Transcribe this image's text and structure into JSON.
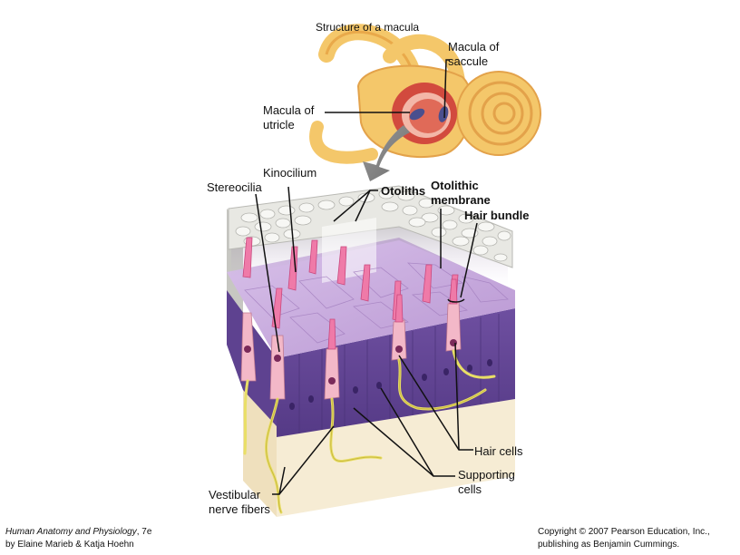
{
  "title": "Structure of a macula",
  "labels": {
    "macula_saccule": "Macula of saccule",
    "macula_utricle": "Macula of utricle",
    "kinocilium": "Kinocilium",
    "stereocilia": "Stereocilia",
    "otoliths": "Otoliths",
    "otolithic_membrane": "Otolithic membrane",
    "hair_bundle": "Hair bundle",
    "hair_cells": "Hair cells",
    "supporting_cells": "Supporting cells",
    "vestibular_nerve_fibers": "Vestibular nerve fibers"
  },
  "footer": {
    "book_title": "Human Anatomy and Physiology",
    "edition": ", 7e",
    "authors": "by Elaine Marieb & Katja Hoehn",
    "copyright_line1": "Copyright © 2007 Pearson Education, Inc.,",
    "copyright_line2": "publishing as Benjamin Cummings."
  },
  "colors": {
    "bony_labyrinth": "#f4c76a",
    "vestibule_red": "#d24a3e",
    "macula_blue": "#4a4f8e",
    "otolith_layer": "#e8e8e3",
    "gel_layer": "#c7a8d8",
    "epithelium": "#6b4e9c",
    "stereocilia": "#ef7aa8",
    "hair_cell": "#f3b8c8",
    "nerve_fiber": "#e9df66",
    "connective_tissue": "#f6ecd4"
  }
}
